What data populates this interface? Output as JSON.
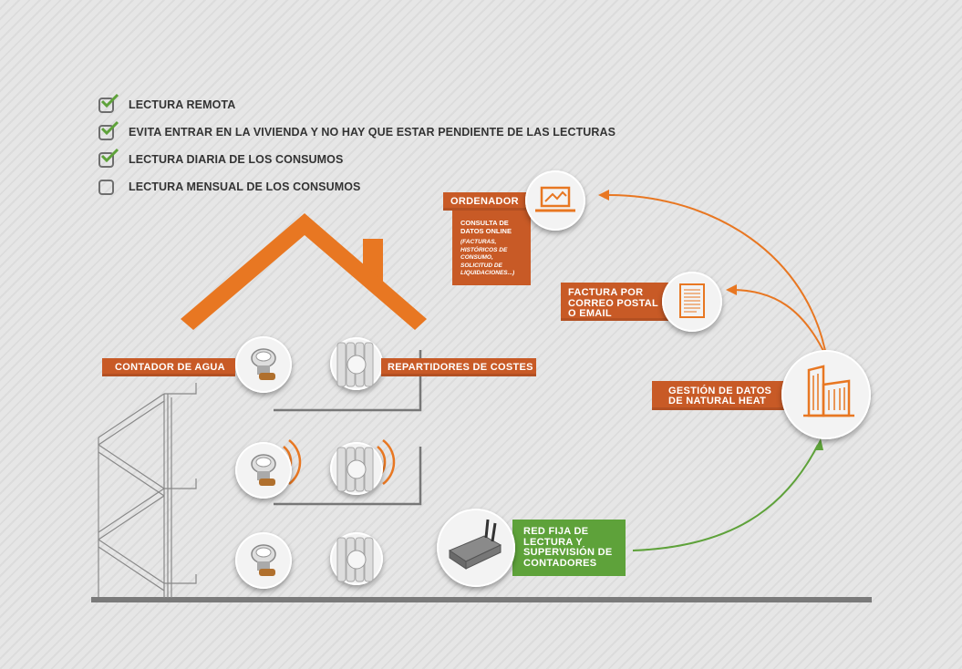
{
  "checklist": [
    {
      "label": "LECTURA REMOTA",
      "checked": true
    },
    {
      "label": "EVITA ENTRAR EN LA VIVIENDA Y NO HAY QUE ESTAR PENDIENTE DE LAS LECTURAS",
      "checked": true
    },
    {
      "label": "LECTURA DIARIA DE LOS CONSUMOS",
      "checked": true
    },
    {
      "label": "LECTURA MENSUAL DE LOS CONSUMOS",
      "checked": false
    }
  ],
  "labels": {
    "contador_agua": "CONTADOR DE AGUA",
    "repartidores": "REPARTIDORES DE COSTES",
    "ordenador": "ORDENADOR",
    "consulta_title": "CONSULTA DE DATOS ONLINE",
    "consulta_detail": "(FACTURAS, HISTÓRICOS DE CONSUMO, SOLICITUD DE LIQUIDACIONES...)",
    "factura_line1": "FACTURA POR",
    "factura_line2": "CORREO POSTAL",
    "factura_line3": "O EMAIL",
    "gestion_line1": "GESTIÓN DE DATOS",
    "gestion_line2": "DE NATURAL HEAT",
    "red_line1": "RED FIJA DE",
    "red_line2": "LECTURA Y",
    "red_line3": "SUPERVISIÓN DE",
    "red_line4": "CONTADORES"
  },
  "colors": {
    "orange": "#e87722",
    "orange_dark": "#c85a26",
    "green": "#5ea23a",
    "check_green": "#5ea23a",
    "gray": "#7a7a7a"
  },
  "icons": {
    "computer": "laptop-chart-icon",
    "document": "document-icon",
    "building": "building-icon",
    "gateway": "gateway-device-icon",
    "meter": "water-meter-icon",
    "radiator": "radiator-allocator-icon",
    "wifi": "wireless-signal-icon"
  }
}
